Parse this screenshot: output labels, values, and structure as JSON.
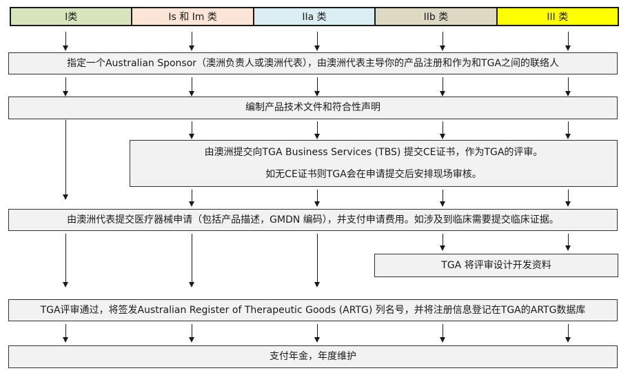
{
  "flowchart": {
    "description": "TGA medical device registration process flowchart",
    "categories": [
      {
        "label": "I类",
        "color": "#d7e4bc"
      },
      {
        "label": "Is 和 Im 类",
        "color": "#fce4d6"
      },
      {
        "label": "IIa 类",
        "color": "#daeef3"
      },
      {
        "label": "IIb 类",
        "color": "#ddd9c3"
      },
      {
        "label": "III 类",
        "color": "#ffff00"
      }
    ],
    "steps": {
      "sponsor": "指定一个Australian Sponsor（澳洲负责人或澳洲代表），由澳洲代表主导你的产品注册和作为和TGA之间的联络人",
      "technical_file": "编制产品技术文件和符合性声明",
      "ce_line1": "由澳洲提交向TGA Business Services (TBS) 提交CE证书，作为TGA的评审。",
      "ce_line2": "如无CE证书则TGA会在申请提交后安排现场审核。",
      "application": "由澳洲代表提交医疗器械申请（包括产品描述，GMDN 编码），并支付申请费用。如涉及到临床需要提交临床证据。",
      "design_review": "TGA 将评审设计开发资料",
      "artg_listing": "TGA评审通过，将签发Australian Register of Therapeutic Goods (ARTG) 列名号，并将注册信息登记在TGA的ARTG数据库",
      "annual_fee": "支付年金，年度维护"
    },
    "colors": {
      "box_fill": "#f2f2f2",
      "box_border": "#303030",
      "header_border": "#1a1a1a",
      "arrow": "#1a1a1a",
      "text": "#1a1a1a"
    }
  }
}
